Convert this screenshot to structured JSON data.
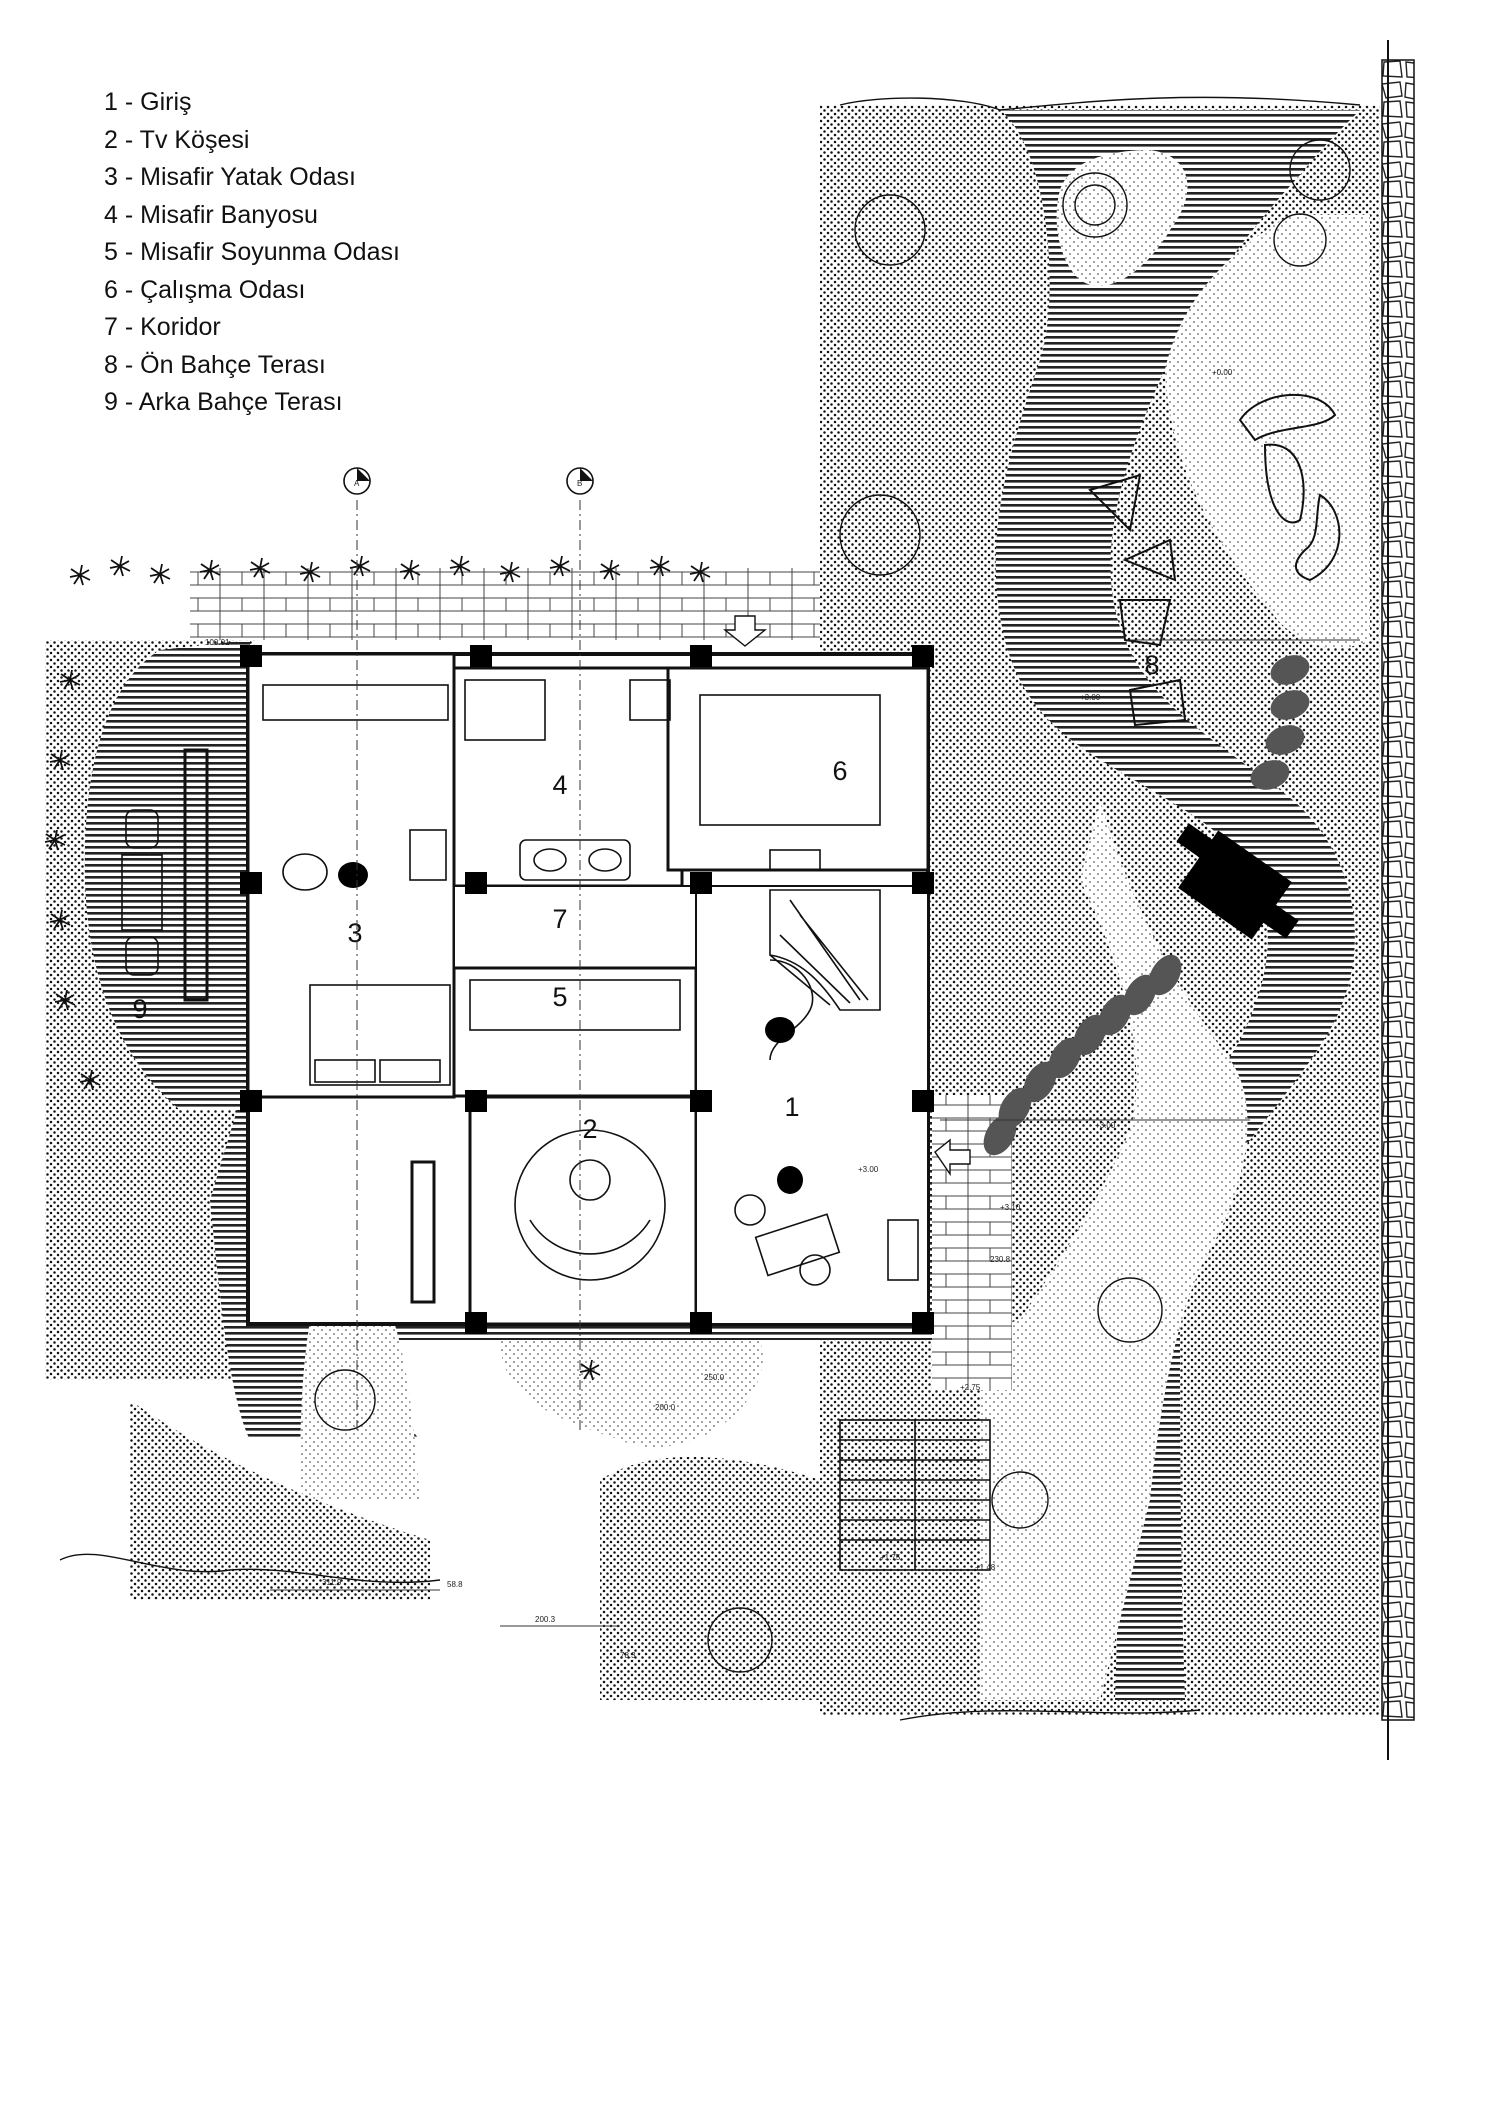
{
  "legend": [
    {
      "num": "1",
      "name": "Giriş",
      "text": "1 - Giriş"
    },
    {
      "num": "2",
      "name": "Tv Köşesi",
      "text": "2 - Tv Köşesi"
    },
    {
      "num": "3",
      "name": "Misafir Yatak Odası",
      "text": "3 - Misafir Yatak Odası"
    },
    {
      "num": "4",
      "name": "Misafir Banyosu",
      "text": "4 - Misafir Banyosu"
    },
    {
      "num": "5",
      "name": "Misafir Soyunma Odası",
      "text": "5 - Misafir Soyunma Odası"
    },
    {
      "num": "6",
      "name": "Çalışma Odası",
      "text": "6 - Çalışma Odası"
    },
    {
      "num": "7",
      "name": "Koridor",
      "text": "7 - Koridor"
    },
    {
      "num": "8",
      "name": "Ön Bahçe Terası",
      "text": "8 - Ön Bahçe Terası"
    },
    {
      "num": "9",
      "name": "Arka Bahçe Terası",
      "text": "9 - Arka Bahçe Terası"
    }
  ],
  "section_markers": [
    "A",
    "B"
  ],
  "level_marks": [
    "+3.00",
    "+3.10",
    "+2.75",
    "+1.75",
    "+1.48",
    "+0.00",
    "+3.00",
    "+3.00"
  ],
  "dimensions": [
    "100.01",
    "311.9",
    "200.3",
    "78.3",
    "58.8",
    "230.8",
    "250.0",
    "200.0"
  ],
  "colors": {
    "line": "#111111",
    "fill": "#000000",
    "stone": "#555555",
    "paper": "#ffffff"
  }
}
